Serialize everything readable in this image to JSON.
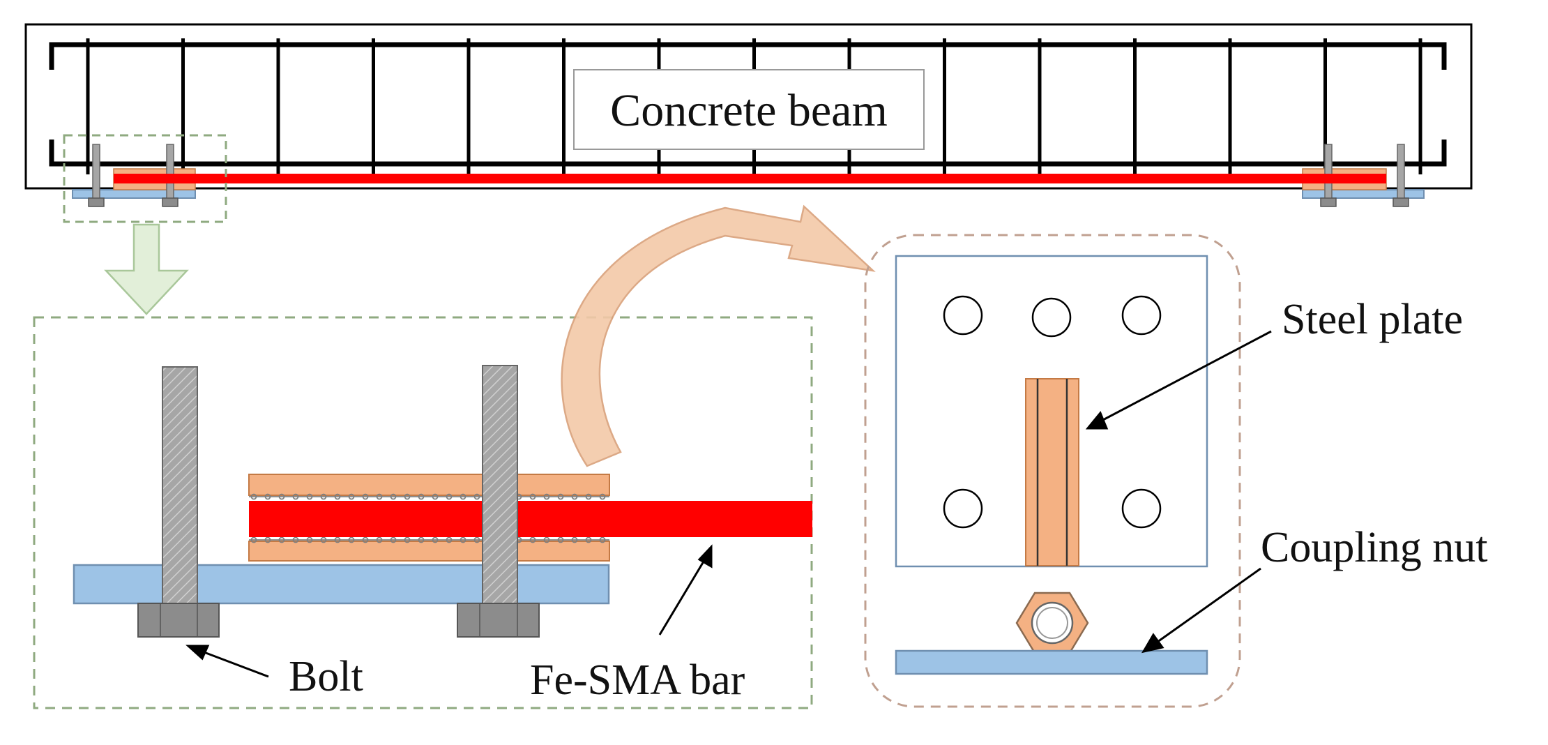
{
  "labels": {
    "beam": "Concrete beam",
    "steel_plate": "Steel plate",
    "coupling_nut": "Coupling nut",
    "bolt": "Bolt",
    "bar": "Fe-SMA bar"
  },
  "colors": {
    "fe_sma_bar": "#ff0000",
    "plate_copper": "#f4b183",
    "base_plate_blue": "#9dc3e6",
    "bolt_gray": "#a6a6a6",
    "nut_gray": "#8c8c8c",
    "detail_frame_green": "#8faa80",
    "plate_frame_brown": "#c0a090",
    "down_arrow_fill": "#e2efd9",
    "curved_arrow_fill": "#f3c9a8",
    "rebar_black": "#000000"
  },
  "icons": {
    "down_arrow": "down-arrow-icon",
    "curved_arrow": "curved-arrow-icon"
  }
}
